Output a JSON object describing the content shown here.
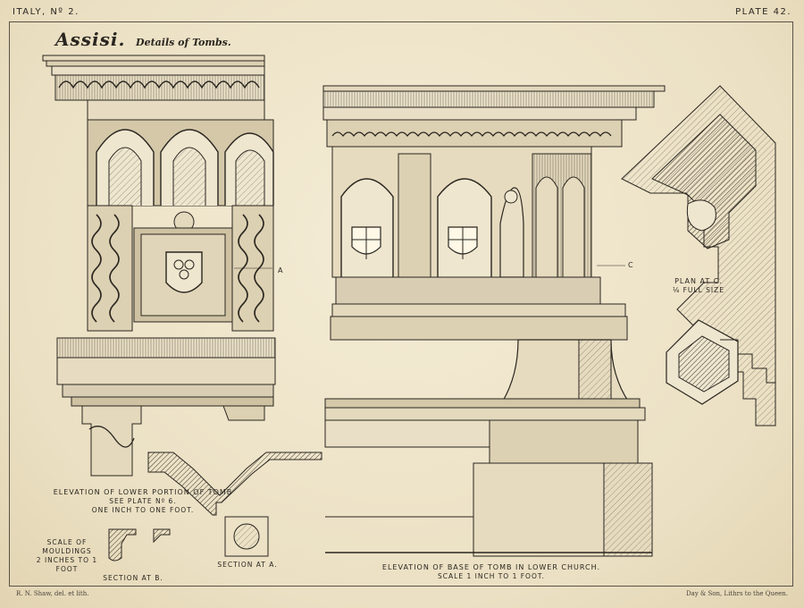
{
  "header": {
    "left": "ITALY, Nº 2.",
    "right": "PLATE 42."
  },
  "title": {
    "place": "Assisi.",
    "subtitle": "Details of Tombs."
  },
  "labels": {
    "a": "A",
    "c": "C"
  },
  "captions": {
    "lower_tomb": {
      "line1": "ELEVATION OF LOWER PORTION OF TOMB",
      "line2": "SEE PLATE Nº 6.",
      "line3": "ONE INCH TO ONE FOOT."
    },
    "mouldings": {
      "line1": "SCALE OF MOULDINGS",
      "line2": "2 INCHES TO 1 FOOT"
    },
    "section_a": "SECTION AT A.",
    "section_b": "SECTION AT B.",
    "plan_c": {
      "line1": "PLAN AT C.",
      "line2": "⅛ FULL SIZE"
    },
    "base_tomb": {
      "line1": "ELEVATION OF BASE OF TOMB IN LOWER CHURCH.",
      "line2": "SCALE 1 INCH TO 1 FOOT."
    }
  },
  "footer": {
    "left": "R. N. Shaw, del. et lith.",
    "right": "Day & Son, Lithrs to the Queen."
  },
  "colors": {
    "paper": "#efe6cf",
    "ink": "#2a2620",
    "shade": "#8c8474",
    "stone": "#d9ceb4"
  }
}
